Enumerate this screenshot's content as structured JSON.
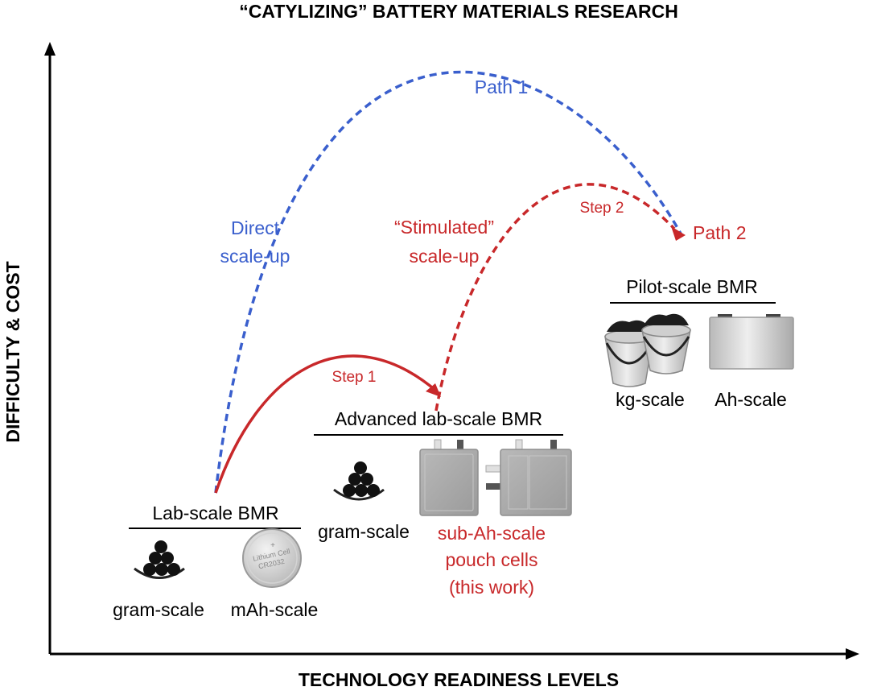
{
  "title": "“CATYLIZING” BATTERY MATERIALS RESEARCH",
  "axes": {
    "y_label": "DIFFICULTY & COST",
    "x_label": "TECHNOLOGY READINESS LEVELS"
  },
  "paths": {
    "path1": {
      "label": "Path 1",
      "color": "#3a5fcd",
      "route_line1": "Direct",
      "route_line2": "scale-up"
    },
    "path2": {
      "label": "Path 2",
      "color": "#c8282a",
      "route_line1": "“Stimulated”",
      "route_line2": "scale-up"
    },
    "step1": "Step 1",
    "step2": "Step 2"
  },
  "stages": {
    "lab": {
      "title": "Lab-scale BMR",
      "item1": "gram-scale",
      "item2": "mAh-scale",
      "coin_cell_line1": "Lithium Cell",
      "coin_cell_line2": "CR2032"
    },
    "advanced": {
      "title": "Advanced lab-scale BMR",
      "item1": "gram-scale",
      "item2_line1": "sub-Ah-scale",
      "item2_line2": "pouch cells",
      "item2_line3": "(this work)"
    },
    "pilot": {
      "title": "Pilot-scale BMR",
      "item1": "kg-scale",
      "item2": "Ah-scale"
    }
  }
}
